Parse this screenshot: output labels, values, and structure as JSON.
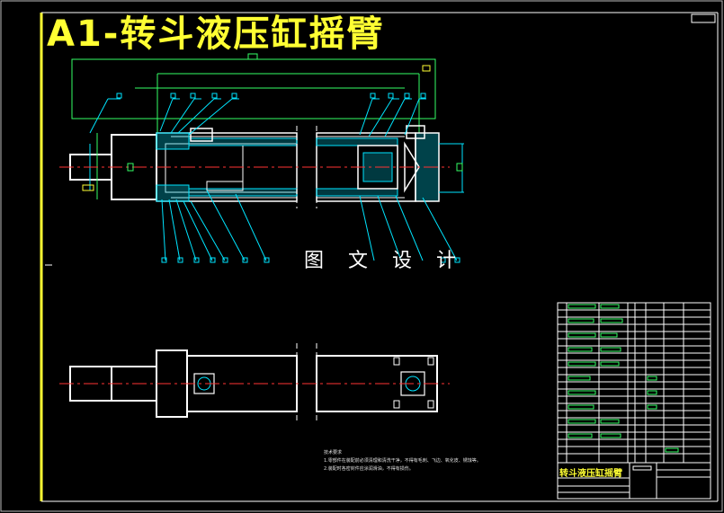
{
  "drawing": {
    "title": "A1-转斗液压缸摇臂",
    "watermark": "图 文 设 计"
  },
  "notes": {
    "heading": "技术要求",
    "lines": [
      "1.零部件在装配前必须清理和清洗干净，不得有毛刺、飞边、氧化皮、锈蚀等。",
      "2.装配时各密封件应涂润滑油，不得有损伤。"
    ]
  },
  "title_block": {
    "name": "转斗液压缸摇臂"
  },
  "colors": {
    "background": "#000000",
    "outline": "#ffffff",
    "dimension": "#00e5ff",
    "frame_green": "#33ff66",
    "centerline": "#ff3333",
    "title": "#ffff33"
  }
}
